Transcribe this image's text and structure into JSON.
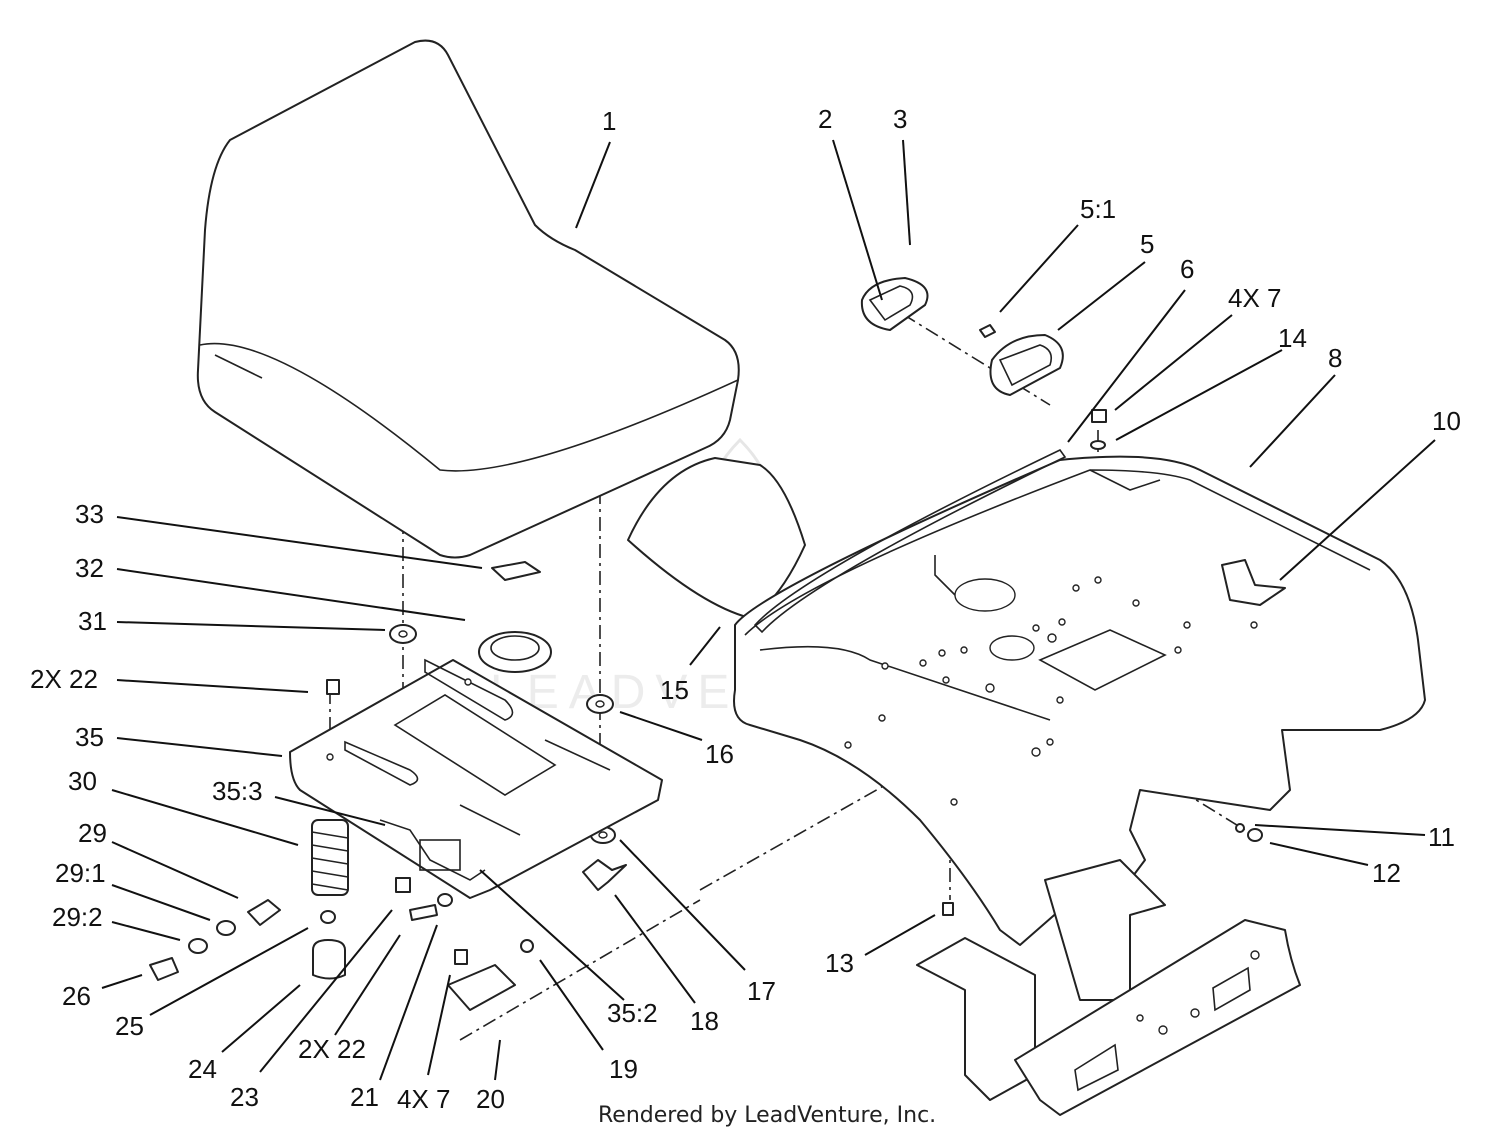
{
  "diagram": {
    "labels": {
      "l1": "1",
      "l2": "2",
      "l3": "3",
      "l5_1": "5:1",
      "l5": "5",
      "l6": "6",
      "l4x7_top": "4X 7",
      "l14": "14",
      "l8": "8",
      "l10": "10",
      "l33": "33",
      "l32": "32",
      "l31": "31",
      "l2x22_left": "2X 22",
      "l35": "35",
      "l30": "30",
      "l35_3": "35:3",
      "l29": "29",
      "l29_1": "29:1",
      "l29_2": "29:2",
      "l26": "26",
      "l25": "25",
      "l24": "24",
      "l23": "23",
      "l2x22_bottom": "2X 22",
      "l21": "21",
      "l4x7_bottom": "4X 7",
      "l20": "20",
      "l19": "19",
      "l35_2": "35:2",
      "l18": "18",
      "l17": "17",
      "l16": "16",
      "l15": "15",
      "l13": "13",
      "l12": "12",
      "l11": "11"
    },
    "credit": "Rendered by LeadVenture, Inc.",
    "watermark": "LEADVENTURE"
  }
}
